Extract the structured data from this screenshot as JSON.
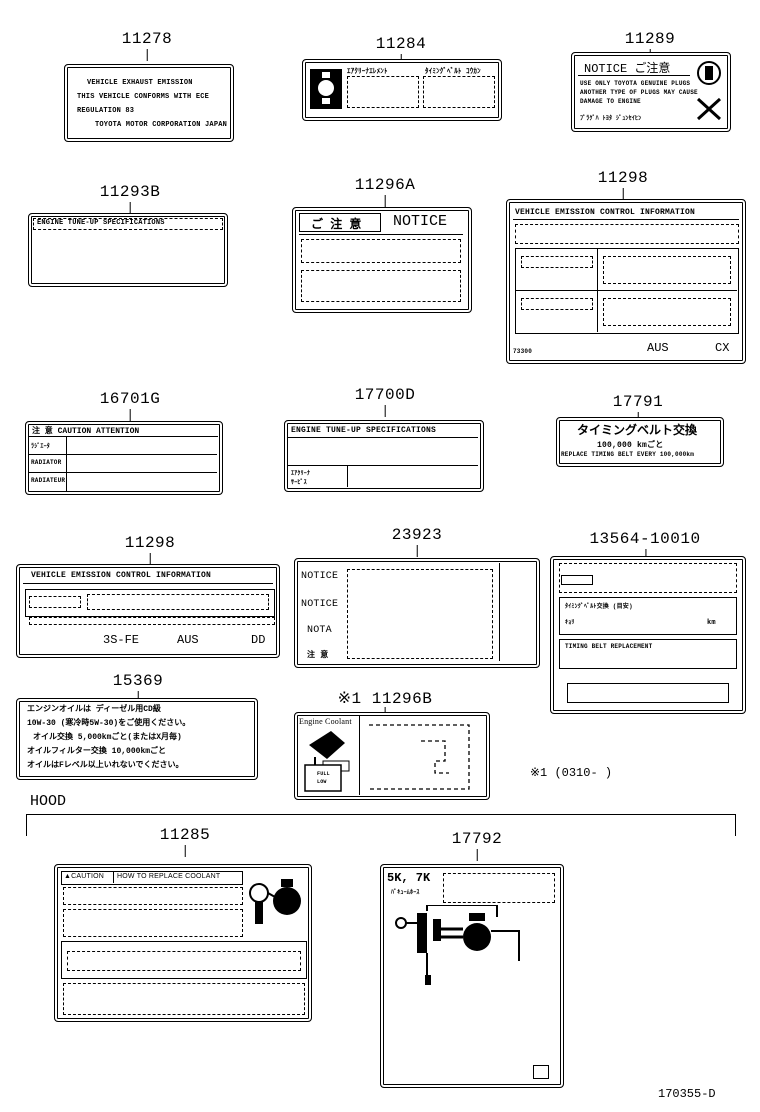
{
  "parts": {
    "p11278": "11278",
    "p11284": "11284",
    "p11289": "11289",
    "p11293b": "11293B",
    "p11296a": "11296A",
    "p11298a": "11298",
    "p16701g": "16701G",
    "p17700d": "17700D",
    "p17791": "17791",
    "p11298b": "11298",
    "p23923": "23923",
    "p13564": "13564-10010",
    "p15369": "15369",
    "p11296b": "※1 11296B",
    "p11285": "11285",
    "p17792": "17792"
  },
  "l11278": {
    "line1": "VEHICLE EXHAUST EMISSION",
    "line2": "THIS VEHICLE CONFORMS WITH ECE",
    "line3": "REGULATION 83",
    "line4": "TOYOTA MOTOR CORPORATION JAPAN"
  },
  "l11284": {
    "head1": "ｴｱｸﾘｰﾅｴﾚﾒﾝﾄ",
    "head2": "ﾀｲﾐﾝｸﾞﾍﾞﾙﾄ ｺｳｶﾝ"
  },
  "l11289": {
    "title": "NOTICE  ご注意",
    "line1": "USE ONLY TOYOTA GENUINE PLUGS",
    "line2": "ANOTHER TYPE OF PLUGS MAY CAUSE",
    "line3": "DAMAGE TO ENGINE",
    "line4": "ﾌﾟﾗｸﾞﾊ ﾄﾖﾀ ｼﾞｭﾝｾｲﾋﾝ"
  },
  "l11293b": {
    "title": "ENGINE TUNE-UP SPECIFICATIONS"
  },
  "l11296a": {
    "jp": "ご 注 意",
    "en": "NOTICE"
  },
  "l11298a": {
    "title": "VEHICLE EMISSION CONTROL INFORMATION",
    "code": "73300",
    "region": "AUS",
    "suffix": "CX"
  },
  "l16701g": {
    "title": "注 意  CAUTION  ATTENTION",
    "row1": "ﾗｼﾞｴｰﾀ",
    "row2": "RADIATOR",
    "row3": "RADIATEUR"
  },
  "l17700d": {
    "title": "ENGINE TUNE-UP SPECIFICATIONS",
    "row1": "ｴｱｸﾘｰﾅ",
    "row2": "ｻｰﾋﾞｽ"
  },
  "l17791": {
    "line1": "タイミングベルト交換",
    "line2": "100,000 kmごと",
    "line3": "REPLACE TIMING BELT EVERY 100,000km"
  },
  "l11298b": {
    "title": "VEHICLE  EMISSION  CONTROL  INFORMATION",
    "engine": "3S-FE",
    "region": "AUS",
    "suffix": "DD"
  },
  "l23923": {
    "r1": "NOTICE",
    "r2": "NOTICE",
    "r3": "NOTA",
    "r4": "注 意"
  },
  "l13564": {
    "mid": "ﾀｲﾐﾝｸﾞﾍﾞﾙﾄ交換 (目安)",
    "dist": "ｷｮﾘ",
    "unit": "km",
    "belt": "TIMING BELT REPLACEMENT"
  },
  "l15369": {
    "line1": "エンジンオイルは  ディーゼル用CD級",
    "line2": "10W-30 (寒冷時5W-30)をご使用ください。",
    "line3": "オイル交換  5,000kmごと(またはX月毎)",
    "line4": "オイルフィルター交換  10,000kmごと",
    "line5": "オイルはFレベル以上いれないでください。"
  },
  "l11296b": {
    "title": "Engine Coolant",
    "full": "FULL",
    "low": "LOW"
  },
  "note": {
    "text": "※1 (0310-        )"
  },
  "hood": {
    "label": "HOOD"
  },
  "l11285": {
    "caution": "CAUTION",
    "how": "HOW TO REPLACE COOLANT"
  },
  "l17792": {
    "engines": "5K, 7K",
    "sub": "ﾊﾞｷｭｰﾑﾎｰｽ"
  },
  "footer": {
    "code": "170355-D"
  }
}
